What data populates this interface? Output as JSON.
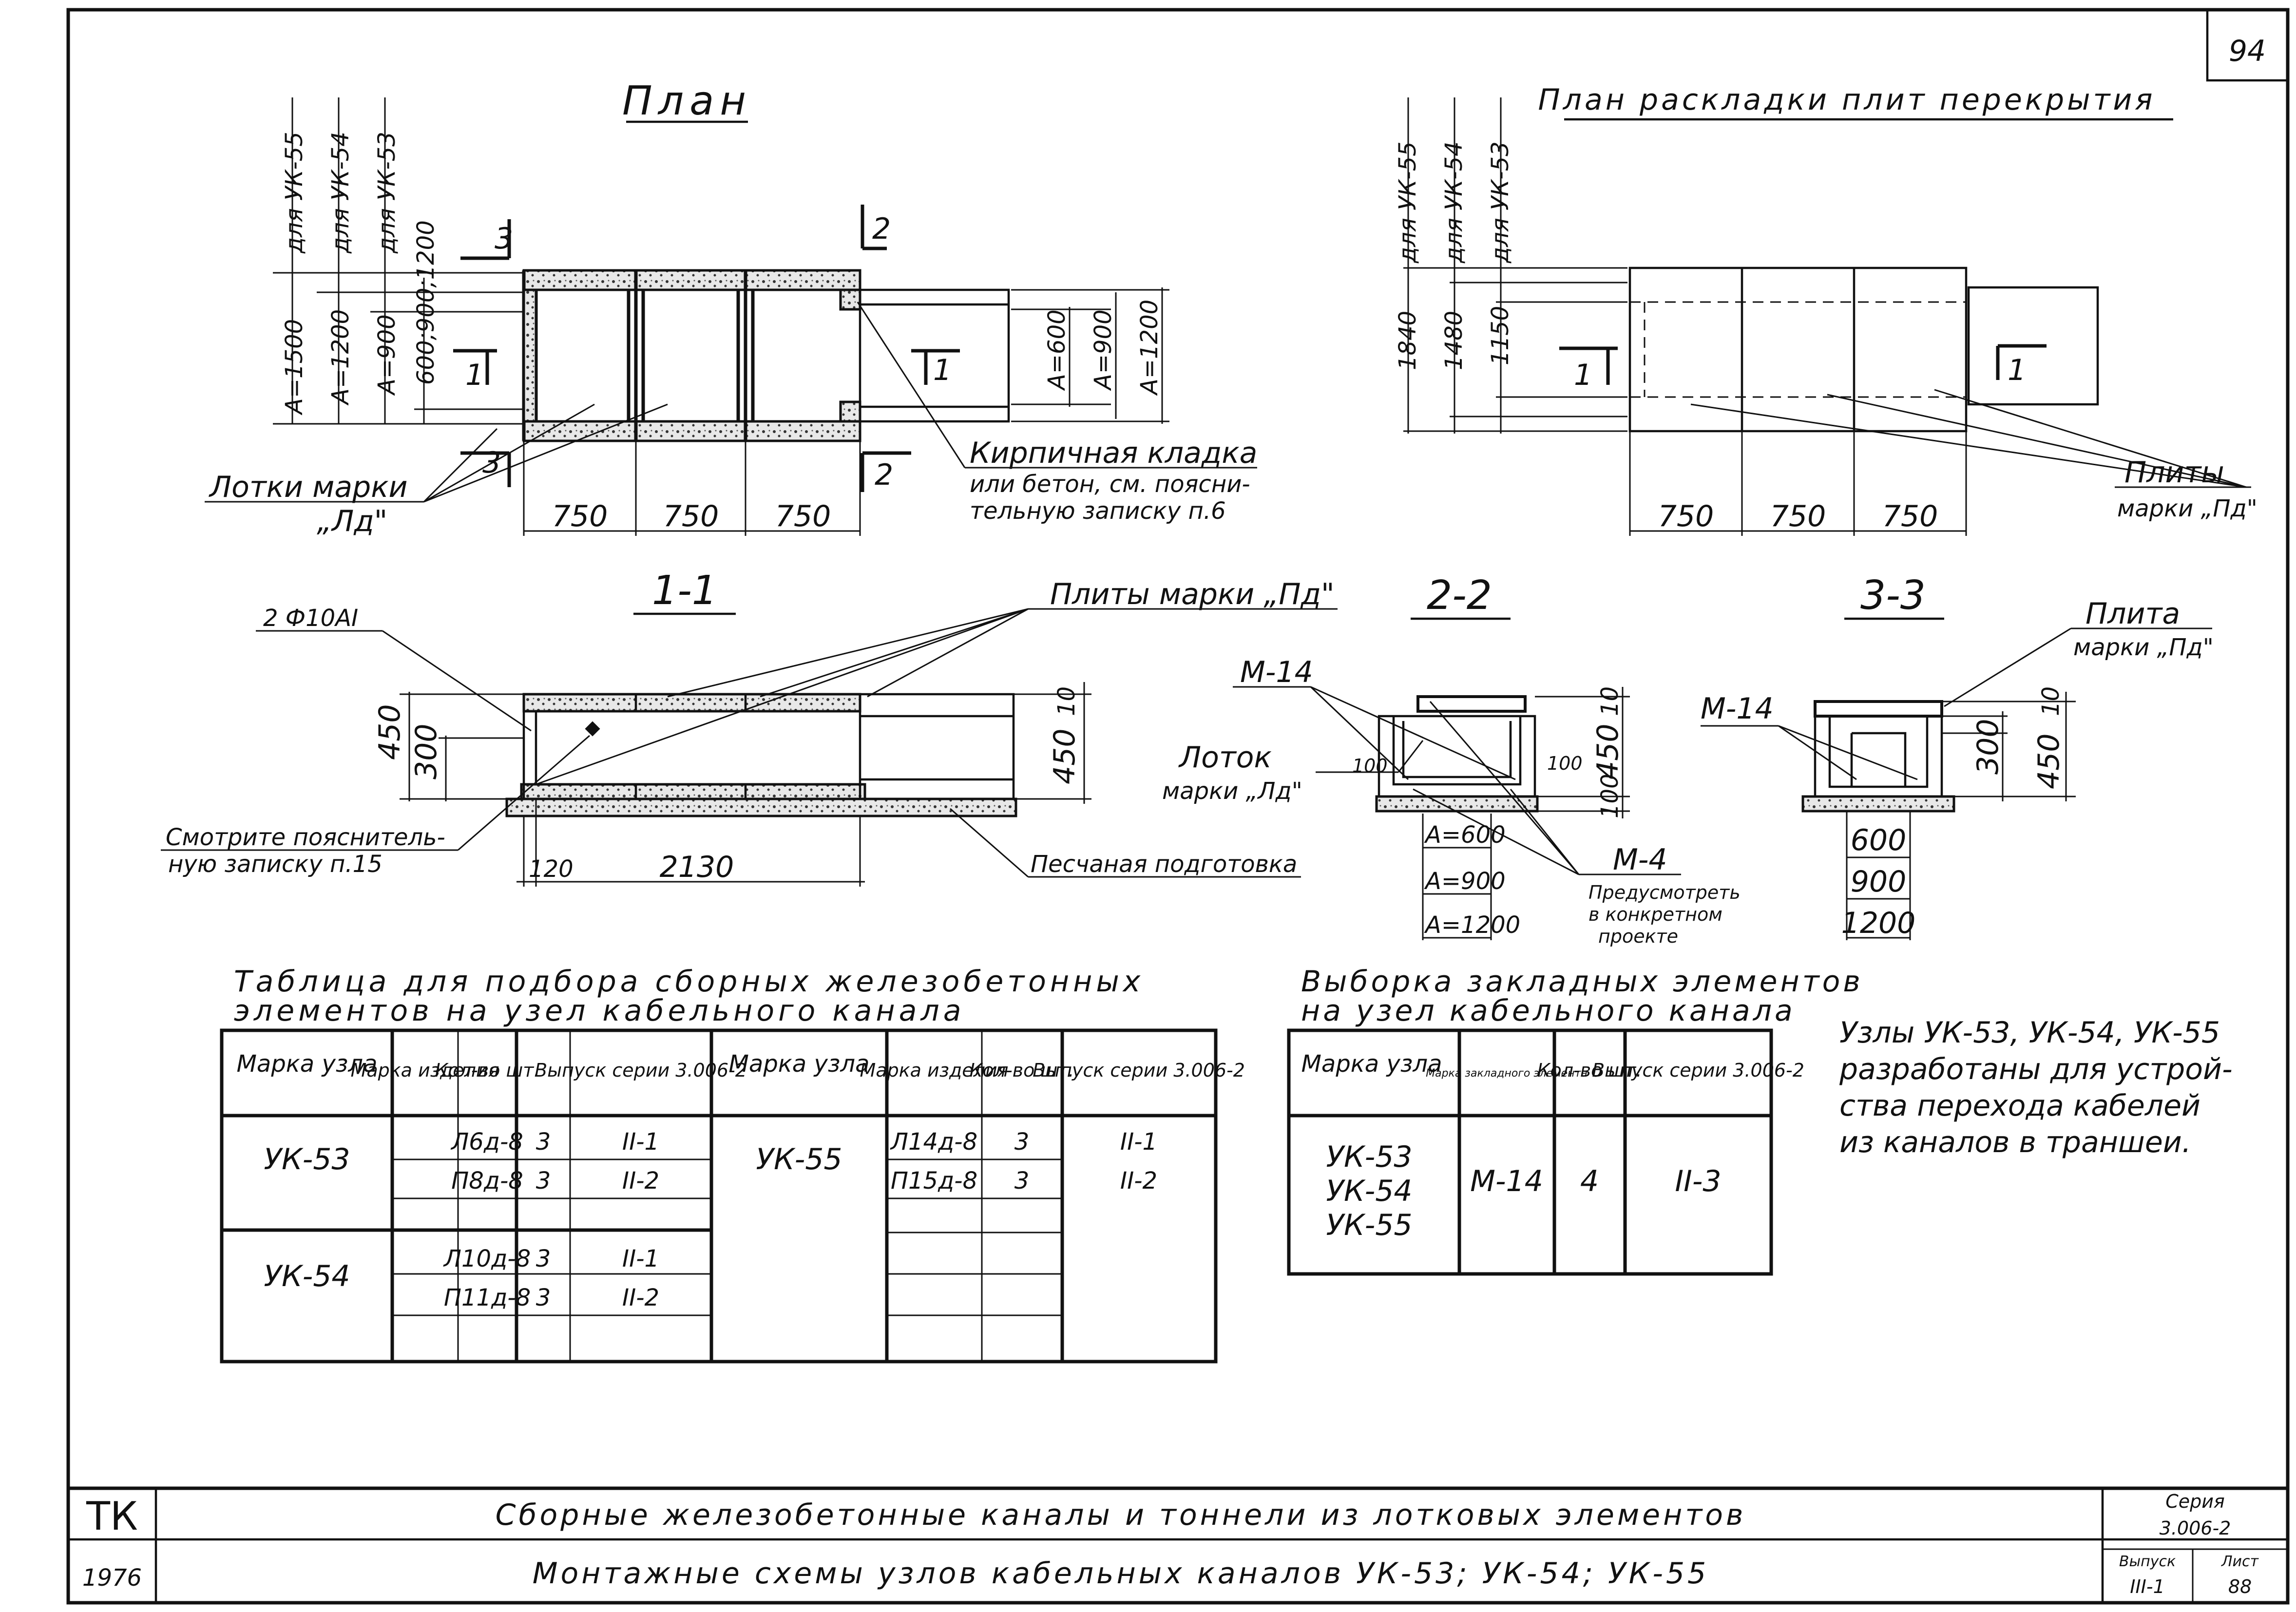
{
  "sheet": {
    "page_number": "94",
    "code": "ТК",
    "year": "1976",
    "title_line1": "Сборные железобетонные каналы и тоннели из лотковых элементов",
    "title_line2": "Монтажные схемы узлов кабельных каналов УК-53; УК-54; УК-55",
    "series_label": "Серия",
    "series_value": "3.006-2",
    "issue_label": "Выпуск",
    "issue_value": "III-1",
    "sheet_label": "Лист",
    "sheet_value": "88"
  },
  "plan": {
    "title": "План",
    "dims_for": [
      "для УК-55",
      "для УК-54",
      "для УК-53"
    ],
    "dims_a": [
      "А=1500",
      "А=1200",
      "А=900"
    ],
    "dim_combined": "600;900;1200",
    "right_dims": [
      "А=600",
      "А=900",
      "А=1200"
    ],
    "bottom_dims": [
      "750",
      "750",
      "750"
    ],
    "cut_labels": {
      "c1": "1",
      "c2": "2",
      "c3": "3"
    },
    "label_trays": "Лотки марки",
    "label_trays2": "„Лд\"",
    "label_brick1": "Кирпичная кладка",
    "label_brick2": "или бетон, см. поясни-",
    "label_brick3": "тельную записку п.6"
  },
  "layout_plan": {
    "title": "План раскладки плит перекрытия",
    "dims_for": [
      "для УК-55",
      "для УК-54",
      "для УК-53"
    ],
    "dims": [
      "1840",
      "1480",
      "1150"
    ],
    "bottom_dims": [
      "750",
      "750",
      "750"
    ],
    "cut": "1",
    "label1": "Плиты",
    "label2": "марки „Пд\""
  },
  "section_11": {
    "title": "1-1",
    "label_rebar": "2 Ф10АI",
    "label_slabs": "Плиты марки „Пд\"",
    "dims_left": [
      "450",
      "300"
    ],
    "dims_right": [
      "10",
      "450"
    ],
    "dims_bottom": [
      "120",
      "2130"
    ],
    "label_see1": "Смотрите пояснитель-",
    "label_see2": "ную записку п.15",
    "label_sand": "Песчаная подготовка"
  },
  "section_22": {
    "title": "2-2",
    "label_m14": "М-14",
    "label_tray1": "Лоток",
    "label_tray2": "марки „Лд\"",
    "dims_inner": [
      "100",
      "100"
    ],
    "dims_right": [
      "10",
      "450",
      "100"
    ],
    "dims_a": [
      "А=600",
      "А=900",
      "А=1200"
    ],
    "label_m4": "М-4",
    "label_provide1": "Предусмотреть",
    "label_provide2": "в конкретном",
    "label_provide3": "проекте"
  },
  "section_33": {
    "title": "3-3",
    "label_slab1": "Плита",
    "label_slab2": "марки „Пд\"",
    "label_m14": "М-14",
    "dims_right": [
      "10",
      "300",
      "450"
    ],
    "dims_bottom": [
      "600",
      "900",
      "1200"
    ]
  },
  "table_elements": {
    "title1": "Таблица для подбора сборных железобетонных",
    "title2": "элементов на узел кабельного канала",
    "headers": [
      "Марка узла",
      "Марка изделия",
      "Кол-во шт.",
      "Выпуск серии 3.006-2"
    ],
    "groups": [
      {
        "node": "УК-53",
        "rows": [
          {
            "item": "Л6д-8",
            "qty": "3",
            "issue": "II-1"
          },
          {
            "item": "П8д-8",
            "qty": "3",
            "issue": "II-2"
          }
        ]
      },
      {
        "node": "УК-54",
        "rows": [
          {
            "item": "Л10д-8",
            "qty": "3",
            "issue": "II-1"
          },
          {
            "item": "П11д-8",
            "qty": "3",
            "issue": "II-2"
          }
        ]
      },
      {
        "node": "УК-55",
        "rows": [
          {
            "item": "Л14д-8",
            "qty": "3",
            "issue": "II-1"
          },
          {
            "item": "П15д-8",
            "qty": "3",
            "issue": "II-2"
          }
        ]
      }
    ]
  },
  "table_embedded": {
    "title1": "Выборка закладных элементов",
    "title2": "на узел кабельного канала",
    "headers": [
      "Марка узла",
      "Марка закладного элемента",
      "Кол-во шт.",
      "Выпуск серии 3.006-2"
    ],
    "nodes": [
      "УК-53",
      "УК-54",
      "УК-55"
    ],
    "element": "М-14",
    "qty": "4",
    "issue": "II-3"
  },
  "note": {
    "lines": [
      "Узлы УК-53, УК-54, УК-55",
      "разработаны для устрой-",
      "ства перехода кабелей",
      "из каналов в траншеи."
    ]
  }
}
